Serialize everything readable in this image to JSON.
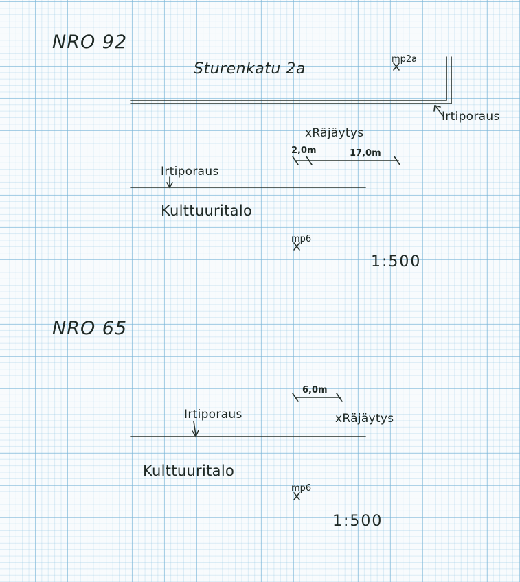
{
  "plan92": {
    "heading": "NRO 92",
    "street": "Sturenkatu 2a",
    "mp_top": "mp2a",
    "irtiporaus_corner": "Irtiporaus",
    "rajaytys": "Räjäytys",
    "dim_short": "2,0m",
    "dim_long": "17,0m",
    "irtiporaus_left": "Irtiporaus",
    "building": "Kulttuuritalo",
    "mp_bottom": "mp6",
    "scale": "1:500"
  },
  "plan65": {
    "heading": "NRO 65",
    "dim": "6,0m",
    "irtiporaus": "Irtiporaus",
    "rajaytys": "Räjäytys",
    "building": "Kulttuuritalo",
    "mp": "mp6",
    "scale": "1:500"
  },
  "colors": {
    "paper": "#f8fbfd",
    "grid": "#78b4d7",
    "ink": "#1e2824"
  }
}
